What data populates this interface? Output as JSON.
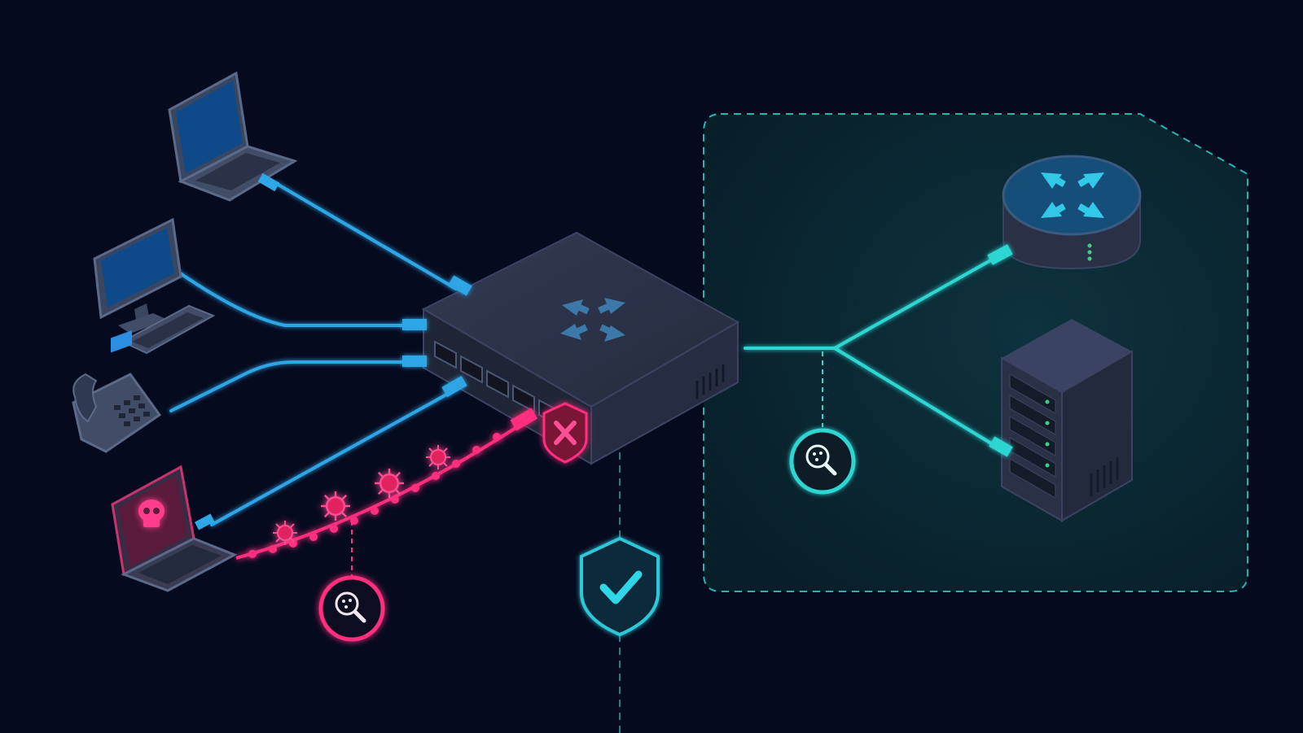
{
  "colors": {
    "background": "#060a1f",
    "secure_zone_fill": "#0b2a33",
    "secure_zone_border": "#2bb3b0",
    "trusted_cable": "#2fa6e6",
    "secure_cable": "#2fd6d2",
    "threat_cable": "#ff2e7e",
    "device_body": "#2f3a52",
    "device_screen": "#0e4a8a",
    "switch_body": "#2a3147",
    "switch_arrows": "#3b7aa8",
    "shield_ok": "#2fc7d8",
    "shield_block": "#e0245e"
  },
  "nodes": {
    "clients": [
      {
        "kind": "laptop",
        "icon": "laptop-icon",
        "status": "trusted"
      },
      {
        "kind": "desktop",
        "icon": "desktop-icon",
        "status": "trusted"
      },
      {
        "kind": "ip-phone",
        "icon": "phone-icon",
        "status": "trusted"
      },
      {
        "kind": "laptop",
        "icon": "skull-icon",
        "status": "compromised"
      }
    ],
    "switch": {
      "ports": 5,
      "icon": "switch-arrows-icon",
      "port_guard": "blocked"
    },
    "secure_zone": {
      "devices": [
        {
          "kind": "router",
          "icon": "router-arrows-icon"
        },
        {
          "kind": "server",
          "icon": "server-icon"
        }
      ]
    }
  },
  "inspection": [
    {
      "icon": "magnifier-virus-icon",
      "segment": "threat",
      "color": "#ff2e7e"
    },
    {
      "icon": "magnifier-virus-icon",
      "segment": "uplink",
      "color": "#2fd6d2"
    }
  ],
  "badges": [
    {
      "icon": "shield-check-icon",
      "meaning": "protected"
    },
    {
      "icon": "shield-x-icon",
      "meaning": "blocked"
    }
  ]
}
